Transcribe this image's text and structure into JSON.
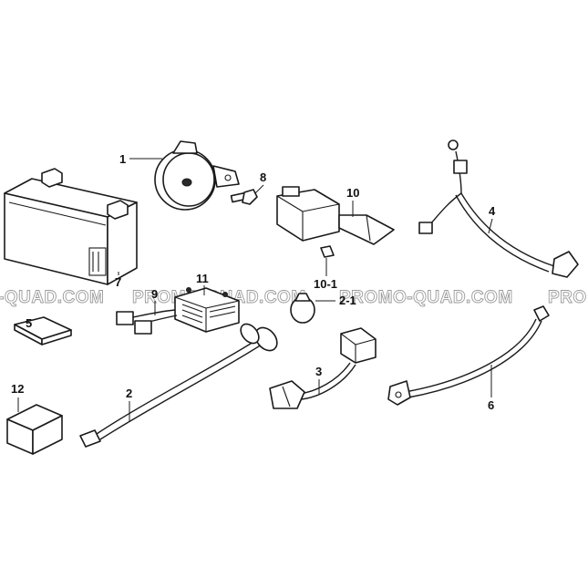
{
  "watermark": {
    "text": "PROMO-QUAD.COM",
    "left_fragment": "-QUAD.COM",
    "right_fragment": "PRO"
  },
  "callouts": {
    "horn": "1",
    "wire_harness": "2",
    "horn_cap": "2-1",
    "relay_lead": "3",
    "battery_cable_positive": "4",
    "pad_small": "5",
    "battery_cable_negative": "6",
    "battery": "7",
    "bolt": "8",
    "regulator_harness": "9",
    "starter_relay": "10",
    "relay_clip": "10-1",
    "regulator": "11",
    "pad_large": "12"
  },
  "colors": {
    "line": "#1a1a1a",
    "watermark_outline": "#9a9a9a",
    "background": "#ffffff"
  }
}
